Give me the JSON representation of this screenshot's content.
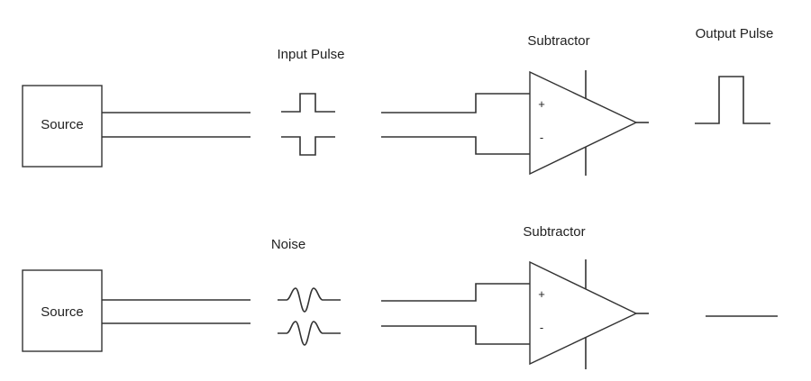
{
  "top_row": {
    "source_label": "Source",
    "signal_label": "Input Pulse",
    "subtractor_label": "Subtractor",
    "output_label": "Output Pulse",
    "plus_sign": "+",
    "minus_sign": "-"
  },
  "bottom_row": {
    "source_label": "Source",
    "signal_label": "Noise",
    "subtractor_label": "Subtractor",
    "plus_sign": "+",
    "minus_sign": "-"
  }
}
